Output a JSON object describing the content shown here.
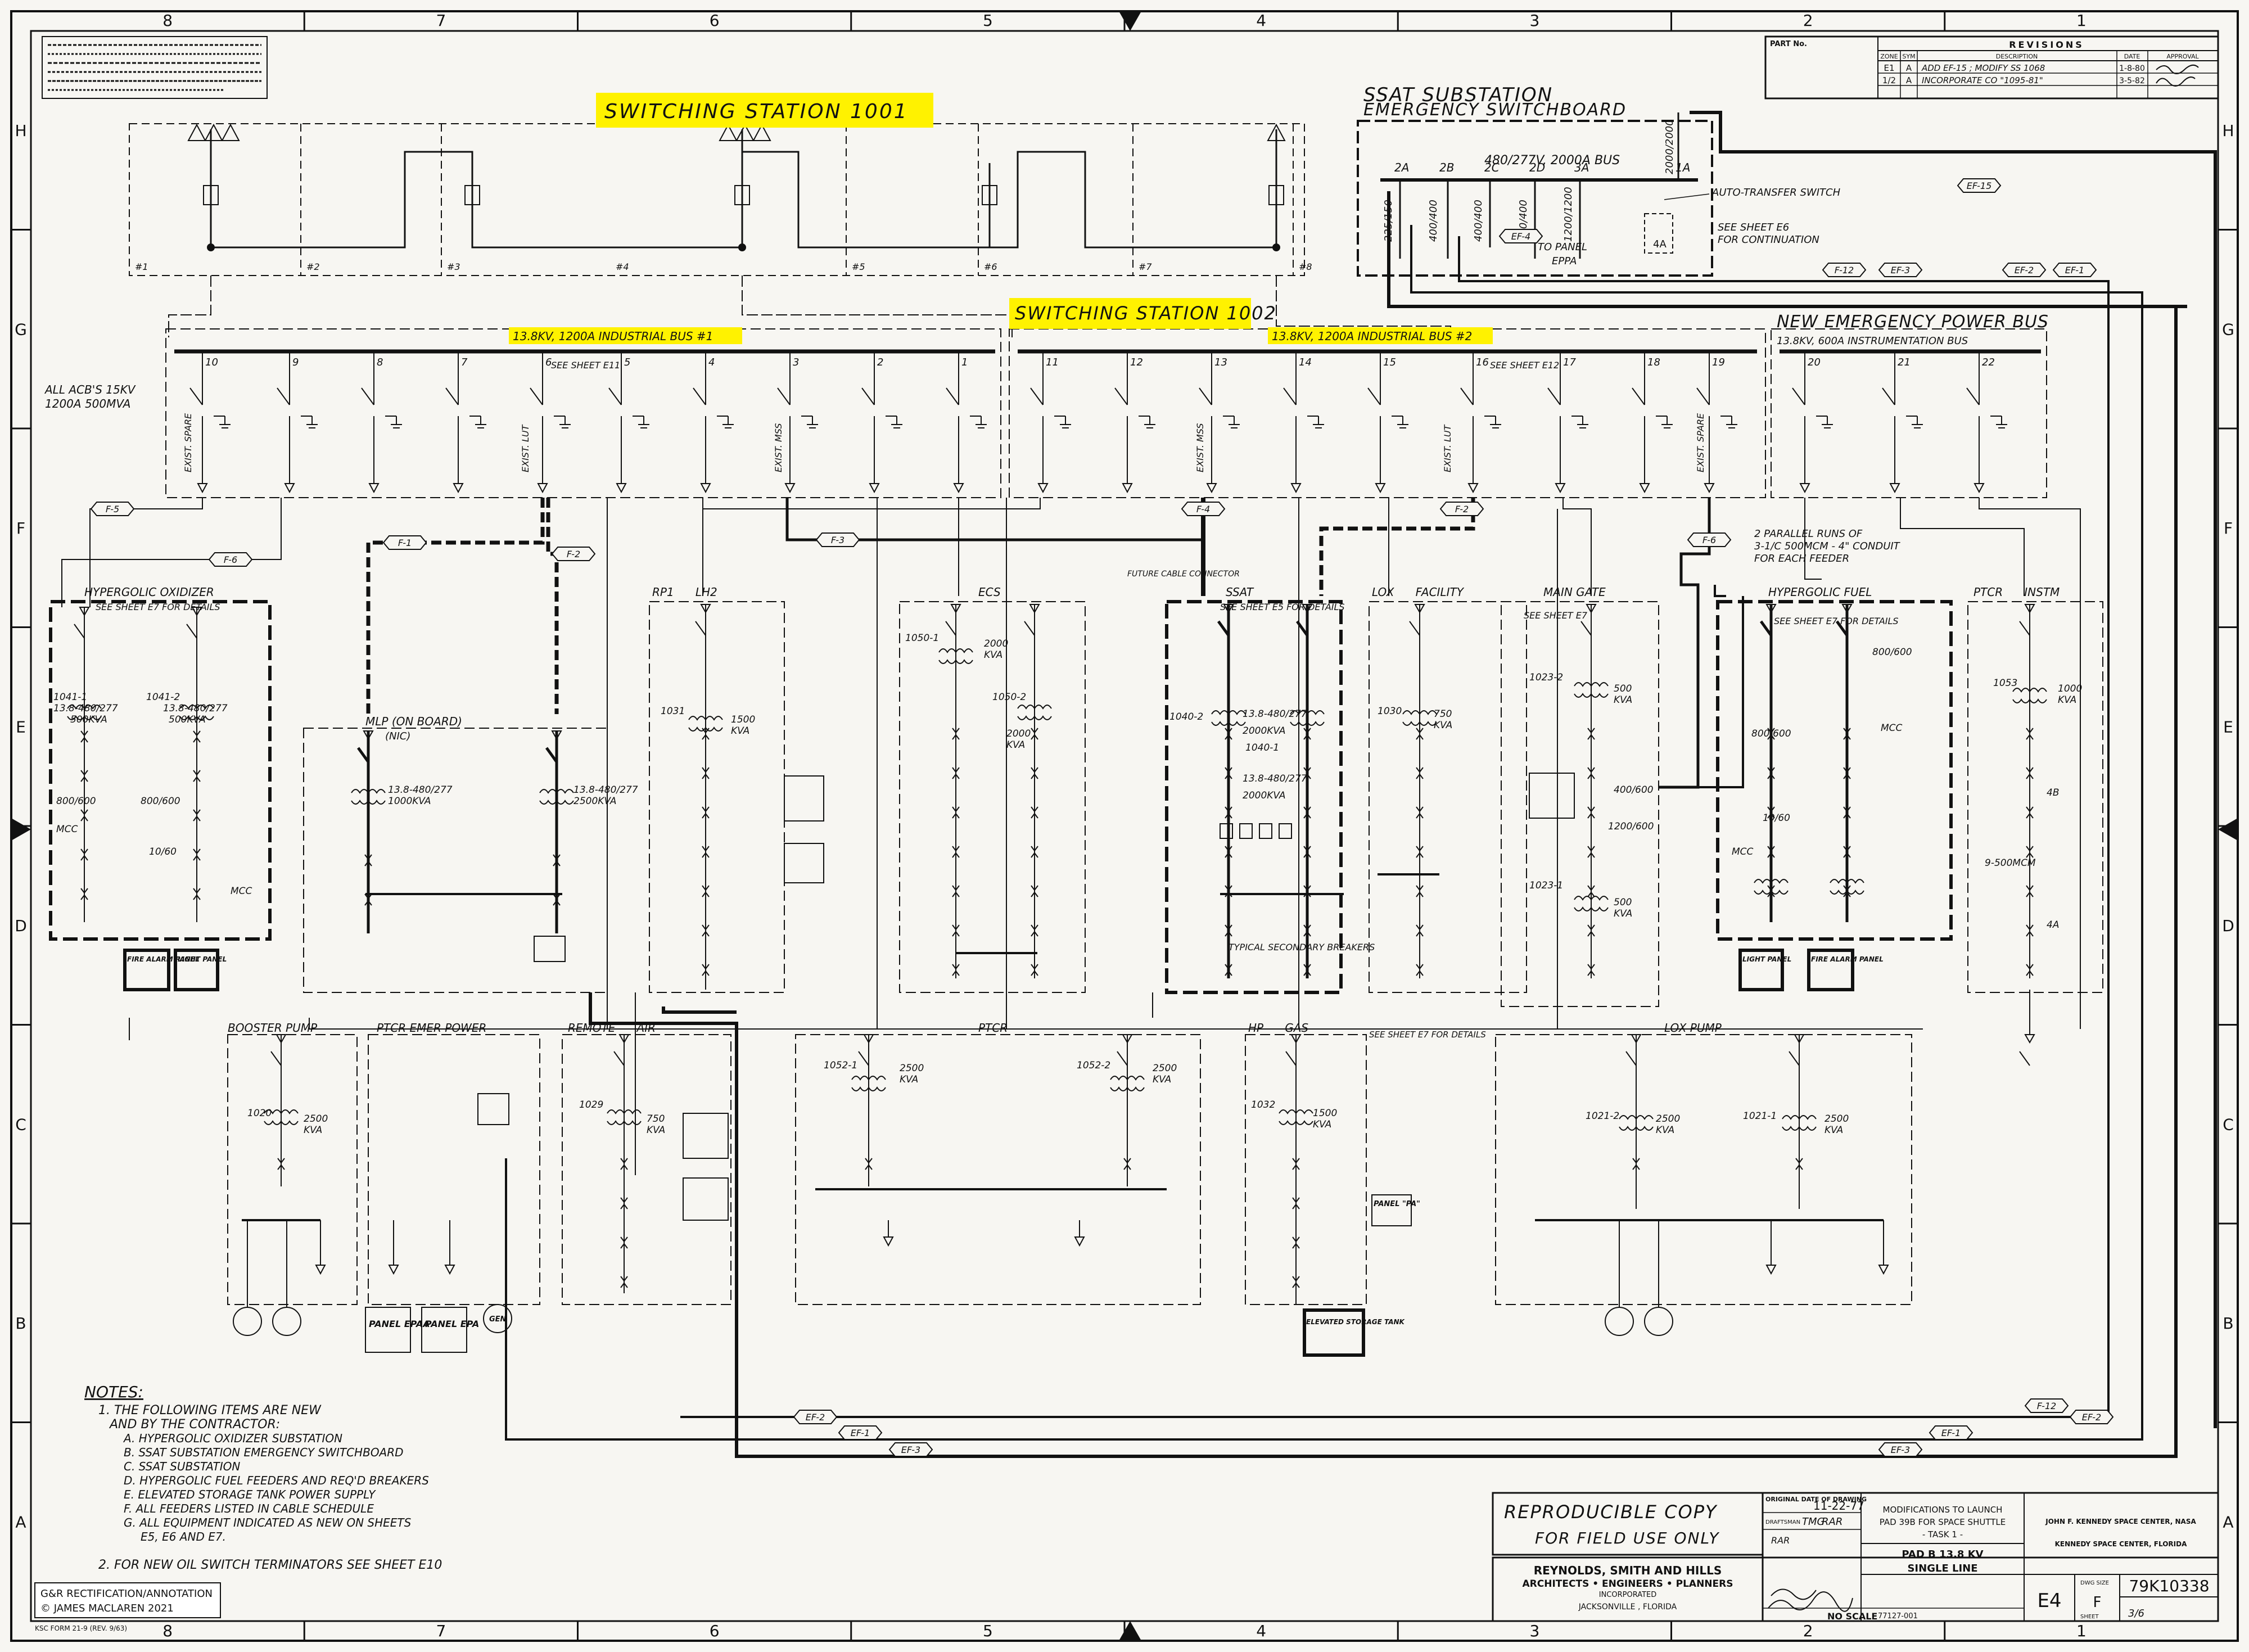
{
  "border": {
    "columns": [
      "8",
      "7",
      "6",
      "5",
      "4",
      "3",
      "2",
      "1"
    ],
    "rows": [
      "H",
      "G",
      "F",
      "E",
      "D",
      "C",
      "B",
      "A"
    ]
  },
  "revisions": {
    "part_no_label": "PART No.",
    "title": "REVISIONS",
    "headers": [
      "ZONE",
      "SYM",
      "DESCRIPTION",
      "DATE",
      "APPROVAL"
    ],
    "rows": [
      {
        "zone": "E1",
        "sym": "A",
        "desc": "ADD EF-15 ; MODIFY SS 1068",
        "date": "1-8-80"
      },
      {
        "zone": "1/2",
        "sym": "A",
        "desc": "INCORPORATE CO \"1095-81\"",
        "date": "3-5-82"
      }
    ]
  },
  "headings": {
    "ss1001": "SWITCHING STATION 1001",
    "ss1002": "SWITCHING STATION 1002",
    "ssat_line1": "SSAT SUBSTATION",
    "ssat_line2": "EMERGENCY SWITCHBOARD",
    "bus1": "13.8KV, 1200A INDUSTRIAL BUS #1",
    "bus2": "13.8KV, 1200A INDUSTRIAL BUS #2",
    "emer_bus": "NEW EMERGENCY POWER BUS",
    "emer_bus_sub": "13.8KV, 600A INSTRUMENTATION BUS",
    "ssat_bus": "480/277V, 2000A BUS",
    "auto_transfer": "AUTO-TRANSFER SWITCH",
    "see_e6": "SEE SHEET E6",
    "for_cont": "FOR CONTINUATION",
    "to_panel": "TO PANEL",
    "eppa": "EPPA",
    "acbs_1": "ALL ACB'S 15KV",
    "acbs_2": "1200A 500MVA",
    "parallel_1": "2 PARALLEL RUNS OF",
    "parallel_2": "3-1/C 500MCM - 4\" CONDUIT",
    "parallel_3": "FOR EACH FEEDER",
    "future_cable": "FUTURE CABLE CONNECTOR",
    "typical_sec": "TYPICAL SECONDARY BREAKERS",
    "see_e11": "SEE SHEET E11",
    "see_e12": "SEE SHEET E12"
  },
  "ssat_feeders": [
    "2A",
    "2B",
    "2C",
    "2D",
    "3A",
    "1A"
  ],
  "ssat_ratings": [
    "225/150",
    "400/400",
    "400/400",
    "400/400",
    "1200/1200",
    "2000/2000"
  ],
  "bus1_feeders": [
    "10",
    "9",
    "8",
    "7",
    "6",
    "5",
    "4",
    "3",
    "2",
    "1"
  ],
  "bus2_feeders": [
    "11",
    "12",
    "13",
    "14",
    "15",
    "16",
    "17",
    "18",
    "19"
  ],
  "emer_feeders": [
    "20",
    "21",
    "22"
  ],
  "breaker_notes": [
    "EXIST. SPARE",
    "EXIST. LUT",
    "EXIST. MSS",
    "EXIST. MSS",
    "EXIST. LUT",
    "EXIST. SPARE"
  ],
  "cable_tags": [
    "F-5",
    "F-6",
    "F-1",
    "F-2",
    "F-3",
    "F-4",
    "F-2",
    "F-6",
    "F-12",
    "EF-3",
    "EF-2",
    "EF-1",
    "EF-15",
    "EF-4",
    "EF-2",
    "EF-1",
    "EF-3",
    "F-12",
    "EF-1",
    "EF-2",
    "EF-3"
  ],
  "substations": [
    {
      "title": "HYPERGOLIC OXIDIZER",
      "note": "SEE SHEET E7 FOR DETAILS",
      "lines": [
        "1041-1",
        "13.8-480/277",
        "500KVA",
        "1041-2",
        "13.8-480/277",
        "500KVA",
        "800/600",
        "MCC",
        "800/600",
        "10/60",
        "MCC"
      ]
    },
    {
      "title": "MLP (ON BOARD)",
      "sub": "(NIC)",
      "lines": [
        "13.8-480/277",
        "1000KVA",
        "13.8-480/277",
        "2500KVA"
      ]
    },
    {
      "title": "RP1      LH2",
      "lines": [
        "1031",
        "1500",
        "KVA"
      ]
    },
    {
      "title": "ECS",
      "lines": [
        "1050-1",
        "2000",
        "KVA",
        "1050-2",
        "2000",
        "KVA"
      ]
    },
    {
      "title": "SSAT",
      "note": "SEE SHEET E5 FOR DETAILS",
      "lines": [
        "1040-2",
        "13.8-480/277",
        "2000KVA",
        "1040-1",
        "13.8-480/277",
        "2000KVA"
      ]
    },
    {
      "title": "LOX      FACILITY",
      "lines": [
        "1030",
        "750",
        "KVA"
      ]
    },
    {
      "title": "MAIN GATE",
      "note": "SEE SHEET E7",
      "lines": [
        "1023-2",
        "500",
        "KVA",
        "1023-1",
        "500",
        "KVA",
        "400/600",
        "1200/600"
      ]
    },
    {
      "title": "HYPERGOLIC FUEL",
      "note": "SEE SHEET E7 FOR DETAILS",
      "lines": [
        "800/600",
        "800/600",
        "10/60",
        "MCC",
        "MCC"
      ]
    },
    {
      "title": "PTCR      INSTM",
      "lines": [
        "1053",
        "1000",
        "KVA",
        "9-500MCM",
        "4B",
        "4A"
      ]
    },
    {
      "title": "BOOSTER PUMP",
      "lines": [
        "1020",
        "2500",
        "KVA"
      ]
    },
    {
      "title": "PTCR EMER POWER",
      "lines": []
    },
    {
      "title": "REMOTE      AIR",
      "lines": [
        "1029",
        "750",
        "KVA"
      ]
    },
    {
      "title": "PTCR",
      "lines": [
        "1052-1",
        "2500",
        "KVA",
        "1052-2",
        "2500",
        "KVA"
      ]
    },
    {
      "title": "HP      GAS",
      "note": "SEE SHEET E7 FOR DETAILS",
      "lines": [
        "1032",
        "1500",
        "KVA"
      ]
    },
    {
      "title": "LOX PUMP",
      "lines": [
        "1021-2",
        "2500",
        "KVA",
        "1021-1",
        "2500",
        "KVA"
      ]
    }
  ],
  "panels": [
    "FIRE ALARM PANEL",
    "LIGHT PANEL",
    "LIGHT PANEL",
    "FIRE ALARM PANEL",
    "PANEL EPAA",
    "PANEL EPA",
    "GEN",
    "PANEL \"PA\"",
    "ELEVATED STORAGE TANK"
  ],
  "notes": {
    "title": "NOTES:",
    "lines": [
      "1. THE FOLLOWING ITEMS ARE NEW",
      "AND BY THE CONTRACTOR:",
      "A. HYPERGOLIC OXIDIZER SUBSTATION",
      "B. SSAT SUBSTATION EMERGENCY SWITCHBOARD",
      "C. SSAT SUBSTATION",
      "D. HYPERGOLIC FUEL FEEDERS AND REQ'D BREAKERS",
      "E. ELEVATED STORAGE TANK POWER SUPPLY",
      "F. ALL FEEDERS LISTED IN CABLE SCHEDULE",
      "G. ALL EQUIPMENT INDICATED AS NEW ON SHEETS",
      "E5, E6 AND E7.",
      "2. FOR NEW OIL SWITCH TERMINATORS SEE SHEET E10"
    ]
  },
  "stamp": {
    "line1": "REPRODUCIBLE COPY",
    "line2": "FOR FIELD USE ONLY"
  },
  "title_block": {
    "firm": "REYNOLDS, SMITH AND HILLS",
    "firm_sub": "ARCHITECTS • ENGINEERS • PLANNERS",
    "inc": "INCORPORATED",
    "city": "JACKSONVILLE , FLORIDA",
    "date_label": "ORIGINAL DATE OF DRAWING",
    "date": "11-22-77",
    "drawn_label": "DRAFTSMAN",
    "drawn": "TMG",
    "checked": "RAR",
    "mod1": "MODIFICATIONS TO LAUNCH",
    "mod2": "PAD 39B FOR SPACE SHUTTLE",
    "mod3": "- TASK 1 -",
    "title1": "PAD B 13.8 KV",
    "title2": "SINGLE LINE",
    "agency1": "JOHN F. KENNEDY SPACE CENTER, NASA",
    "agency2": "KENNEDY SPACE CENTER, FLORIDA",
    "scale": "NO SCALE",
    "sheet_id": "E4",
    "job": "77127-001",
    "size": "F",
    "dwg_no": "79K10338",
    "sheet": "3/6",
    "code_label": "DWG SIZE",
    "sheet_label": "SHEET"
  },
  "rectification": {
    "line1": "G&R RECTIFICATION/ANNOTATION",
    "line2": "© JAMES MACLAREN 2021"
  },
  "form_no": "KSC FORM 21-9 (REV. 9/63)",
  "colors": {
    "highlight": "#fff200",
    "ink": "#111111",
    "paper": "#f7f6f2"
  }
}
